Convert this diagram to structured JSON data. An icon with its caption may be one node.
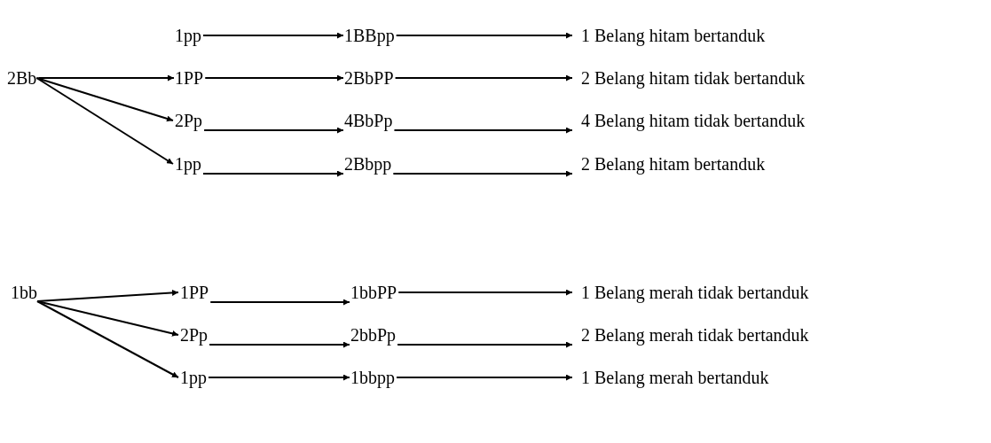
{
  "diagram": {
    "nodes": [
      {
        "text": [
          "1pp"
        ]
      },
      {
        "text": [
          "1BBpp"
        ]
      },
      {
        "text": [
          "1 Belang hitam bertanduk"
        ]
      },
      {
        "text": [
          "2Bb"
        ]
      },
      {
        "text": [
          "1PP"
        ]
      },
      {
        "text": [
          "2BbPP"
        ]
      },
      {
        "text": [
          "2 Belang hitam tidak bertanduk"
        ]
      },
      {
        "text": [
          "2Pp"
        ]
      },
      {
        "text": [
          "4BbPp"
        ]
      },
      {
        "text": [
          "4 Belang hitam tidak bertanduk"
        ]
      },
      {
        "text": [
          "1pp"
        ]
      },
      {
        "text": [
          "2Bbpp"
        ]
      },
      {
        "text": [
          "2 Belang hitam bertanduk"
        ]
      },
      {
        "text": [
          "1bb"
        ]
      },
      {
        "text": [
          "1PP"
        ]
      },
      {
        "text": [
          "1bbPP"
        ]
      },
      {
        "text": [
          "1 Belang merah tidak bertanduk"
        ]
      },
      {
        "text": [
          "2Pp"
        ]
      },
      {
        "text": [
          "2bbPp"
        ]
      },
      {
        "text": [
          "2 Belang merah tidak bertanduk"
        ]
      },
      {
        "text": [
          "1pp"
        ]
      },
      {
        "text": [
          "1bbpp"
        ]
      },
      {
        "text": [
          "1 Belang merah bertanduk"
        ]
      }
    ],
    "edges": [
      {
        "from": 0,
        "to": 1,
        "arrow": "to"
      },
      {
        "from": 1,
        "to": 2,
        "arrow": "to"
      },
      {
        "from": 3,
        "to": 4,
        "arrow": "to"
      },
      {
        "from": 3,
        "to": 7,
        "arrow": "to"
      },
      {
        "from": 3,
        "to": 10,
        "arrow": "to"
      },
      {
        "from": 4,
        "to": 5,
        "arrow": "to"
      },
      {
        "from": 5,
        "to": 6,
        "arrow": "to"
      },
      {
        "from": 7,
        "to": 8,
        "arrow": "to"
      },
      {
        "from": 8,
        "to": 9,
        "arrow": "to"
      },
      {
        "from": 10,
        "to": 11,
        "arrow": "to"
      },
      {
        "from": 11,
        "to": 12,
        "arrow": "to"
      },
      {
        "from": 13,
        "to": 14,
        "arrow": "to"
      },
      {
        "from": 13,
        "to": 17,
        "arrow": "to"
      },
      {
        "from": 13,
        "to": 20,
        "arrow": "to"
      },
      {
        "from": 14,
        "to": 15,
        "arrow": "to"
      },
      {
        "from": 15,
        "to": 16,
        "arrow": "to"
      },
      {
        "from": 17,
        "to": 18,
        "arrow": "to"
      },
      {
        "from": 18,
        "to": 19,
        "arrow": "to"
      },
      {
        "from": 20,
        "to": 21,
        "arrow": "to"
      },
      {
        "from": 21,
        "to": 22,
        "arrow": "to"
      }
    ]
  }
}
